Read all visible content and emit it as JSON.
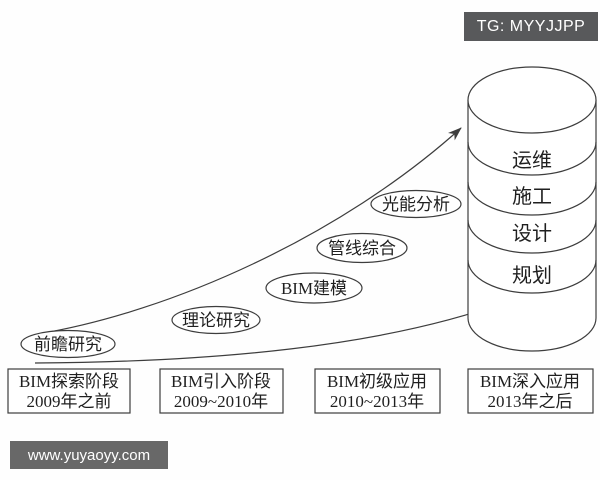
{
  "badges": {
    "tg": "TG: MYYJJPP",
    "watermark": "www.yuyaoyy.com"
  },
  "colors": {
    "background": "#fefefe",
    "line": "#3d3d3d",
    "text": "#1f1f1f",
    "badge_bg": "#58595b",
    "watermark_bg": "#686868",
    "badge_text": "#ffffff"
  },
  "diagram": {
    "bubbles": [
      {
        "label": "前瞻研究"
      },
      {
        "label": "理论研究"
      },
      {
        "label": "BIM建模"
      },
      {
        "label": "管线综合"
      },
      {
        "label": "光能分析"
      }
    ],
    "cylinder": {
      "layers": [
        {
          "label": "运维"
        },
        {
          "label": "施工"
        },
        {
          "label": "设计"
        },
        {
          "label": "规划"
        }
      ]
    },
    "stages": [
      {
        "line1": "BIM探索阶段",
        "line2": "2009年之前"
      },
      {
        "line1": "BIM引入阶段",
        "line2": "2009~2010年"
      },
      {
        "line1": "BIM初级应用",
        "line2": "2010~2013年"
      },
      {
        "line1": "BIM深入应用",
        "line2": "2013年之后"
      }
    ]
  }
}
